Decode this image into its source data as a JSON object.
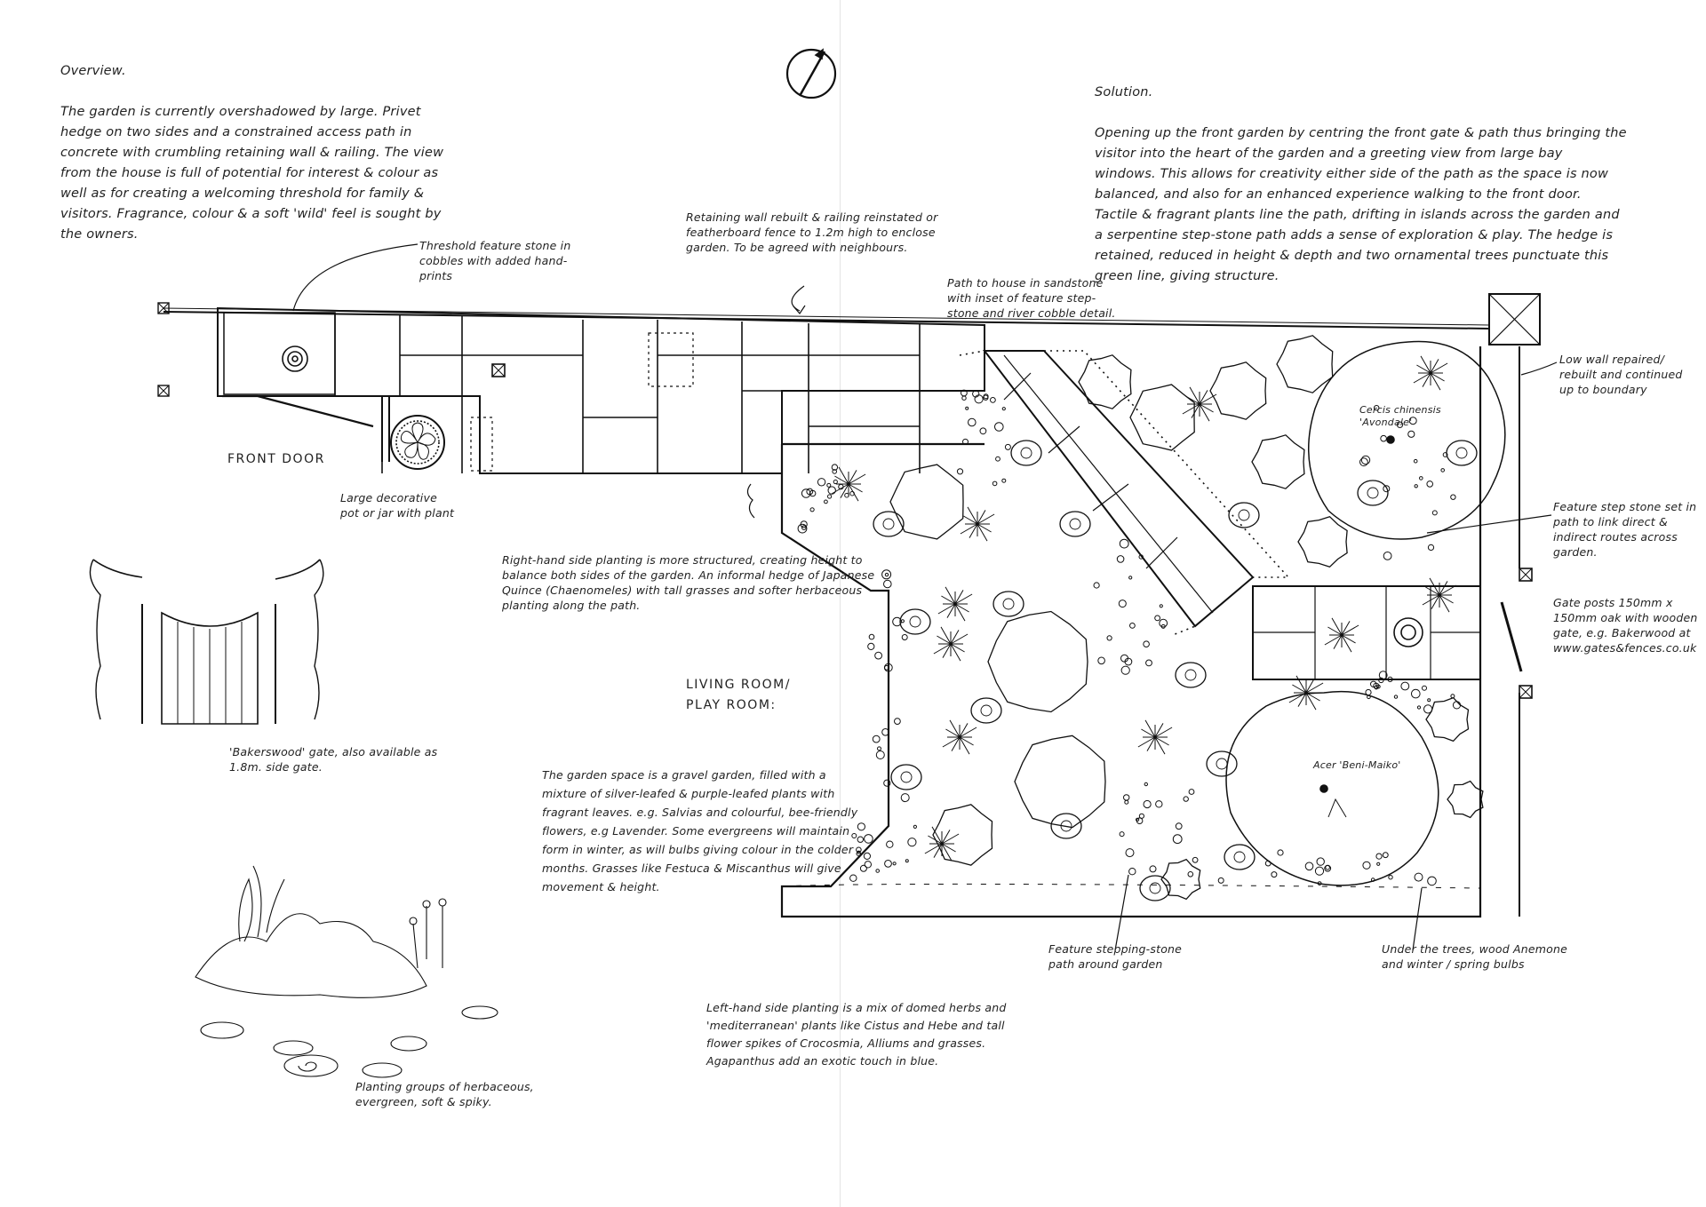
{
  "overview": {
    "title": "Overview.",
    "text": "The garden is currently overshadowed by large. Privet hedge on two sides and a constrained access path in concrete with crumbling retaining wall & railing. The view from the house is full of potential for interest & colour as well as for creating a welcoming threshold for family & visitors. Fragrance, colour & a soft 'wild' feel is sought by the owners."
  },
  "solution": {
    "title": "Solution.",
    "text": "Opening up the front garden by centring the front gate & path thus bringing the visitor into the heart of the garden and a greeting view from large bay windows. This allows for creativity either side of the path as the space is now balanced, and also for an enhanced experience walking to the front door. Tactile & fragrant plants line the path, drifting in islands across the garden and a serpentine step-stone path adds a sense of exploration & play. The hedge is retained, reduced in height & depth and two ornamental trees punctuate this green line, giving structure."
  },
  "annotations": {
    "threshold": "Threshold feature stone in cobbles with added hand-prints",
    "retaining_wall": "Retaining wall rebuilt & railing reinstated or featherboard fence to 1.2m high to enclose garden. To be agreed with neighbours.",
    "path_to_house": "Path to house in sandstone with inset of feature step-stone and river cobble detail.",
    "low_wall": "Low wall repaired/ rebuilt and continued up to boundary",
    "feature_step_stone": "Feature step stone set in path to link direct & indirect routes across garden.",
    "gate_posts": "Gate posts 150mm x 150mm oak with wooden gate, e.g. Bakerwood at www.gates&fences.co.uk",
    "front_door": "FRONT DOOR",
    "decorative_pot": "Large decorative pot or jar with plant",
    "right_planting": "Right-hand side planting is more structured, creating height to balance both sides of the garden. An informal hedge of Japanese Quince (Chaenomeles) with tall grasses and softer herbaceous planting along the path.",
    "living_room": "LIVING ROOM/ PLAY ROOM:",
    "gate_sketch": "'Bakerswood' gate, also available as 1.8m. side gate.",
    "gravel_garden": "The garden space is a gravel garden, filled with a mixture of silver-leafed & purple-leafed plants with fragrant leaves. e.g. Salvias and colourful, bee-friendly flowers, e.g Lavender. Some evergreens will maintain form in winter, as will bulbs giving colour in the colder months. Grasses like Festuca & Miscanthus will give movement & height.",
    "stepping_stone_path": "Feature stepping-stone path around garden",
    "under_trees": "Under the trees, wood Anemone and winter / spring bulbs",
    "left_planting": "Left-hand side planting is a mix of domed herbs and 'mediterranean' plants like Cistus and Hebe and tall flower spikes of Crocosmia, Alliums and grasses. Agapanthus add an exotic touch in blue.",
    "planting_groups": "Planting groups of herbaceous, evergreen, soft & spiky."
  },
  "trees": {
    "cercis": "Cercis chinensis 'Avondale'",
    "acer": "Acer 'Beni-Maiko'"
  },
  "north_symbol": "north-arrow"
}
